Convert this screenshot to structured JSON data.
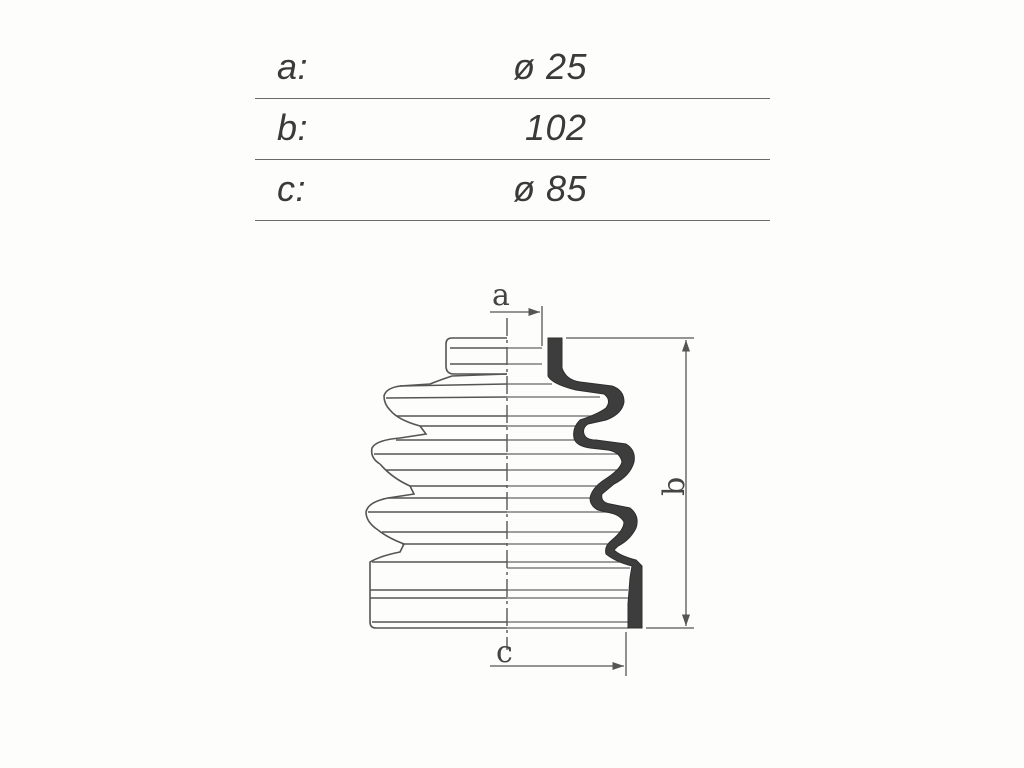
{
  "specs": {
    "rows": [
      {
        "key": "a:",
        "value": "ø 25"
      },
      {
        "key": "b:",
        "value": "102"
      },
      {
        "key": "c:",
        "value": "ø  85"
      }
    ]
  },
  "diagram": {
    "label_a": "a",
    "label_b": "b",
    "label_c": "c",
    "colors": {
      "line": "#555555",
      "profile": "#3a3a3a"
    }
  }
}
